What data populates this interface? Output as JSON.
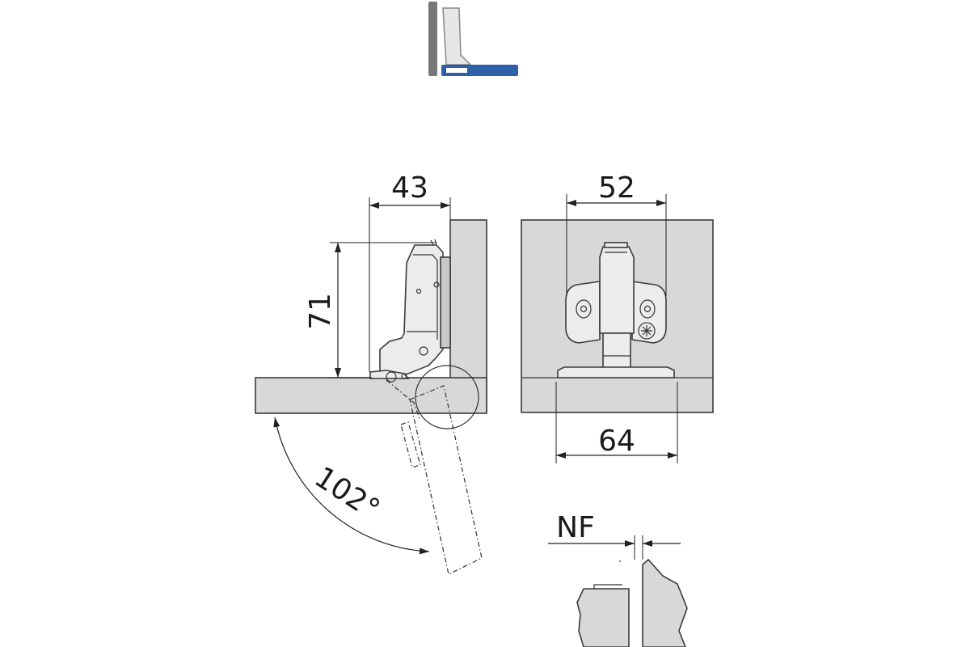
{
  "dimensions": {
    "cup_offset": "43",
    "hinge_height": "71",
    "screw_spacing": "52",
    "plate_width": "64",
    "opening_angle": "102°",
    "overlay_type": "NF"
  },
  "colors": {
    "panel_fill": "#d8d8d9",
    "icon_wall": "#777777",
    "icon_door": "#2e5fa8",
    "line": "#222222"
  },
  "icons": {
    "mounting_type": "inset-mounting-icon"
  }
}
